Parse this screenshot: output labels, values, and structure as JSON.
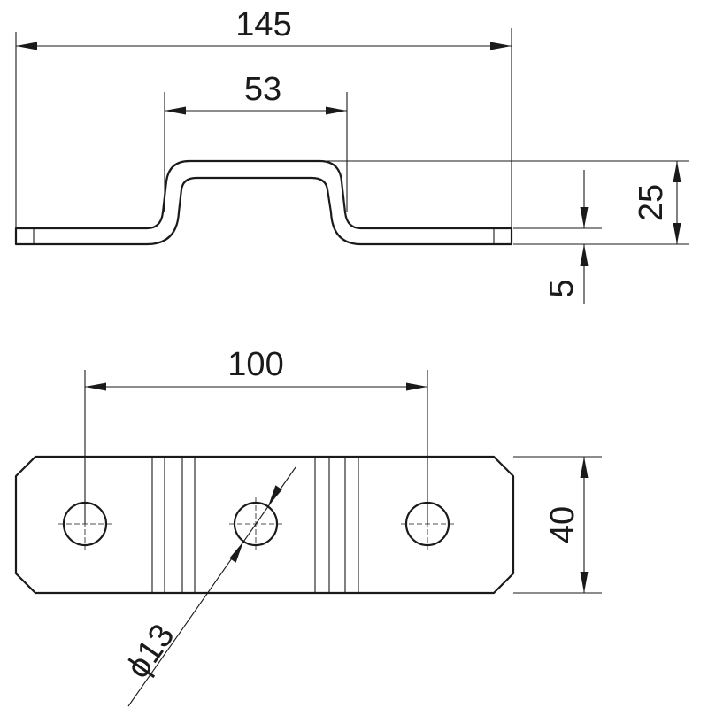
{
  "dimensions": {
    "overall_length": "145",
    "channel_width": "53",
    "height": "25",
    "thickness": "5",
    "hole_spacing": "100",
    "width": "40",
    "hole_diameter": "ϕ13"
  }
}
